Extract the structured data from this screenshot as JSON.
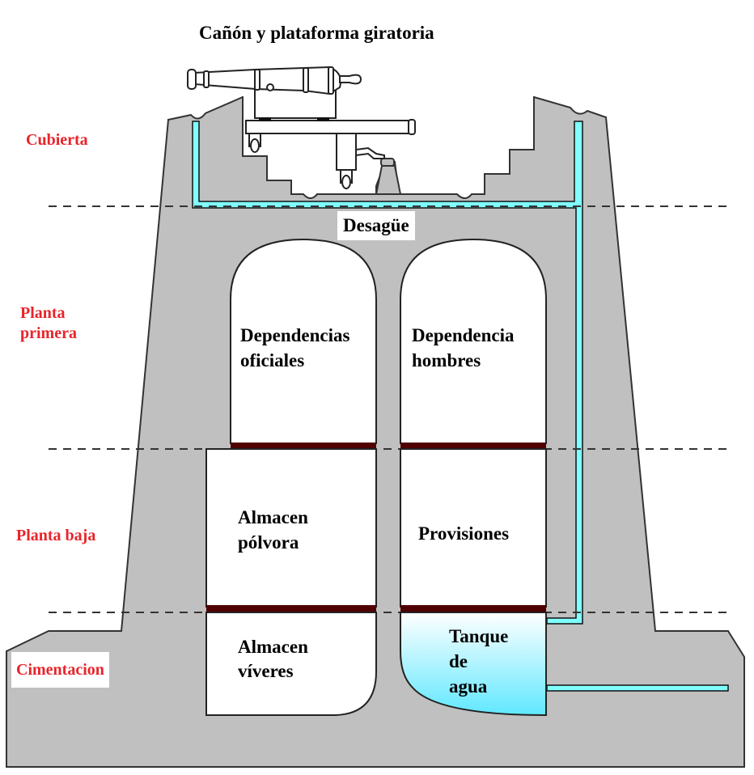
{
  "title": "Cañón y plataforma giratoria",
  "levels": [
    {
      "id": "cubierta",
      "label": "Cubierta"
    },
    {
      "id": "planta-primera",
      "label": "Planta primera"
    },
    {
      "id": "planta-baja",
      "label": "Planta baja"
    },
    {
      "id": "cimentacion",
      "label": "Cimentacion"
    }
  ],
  "labels": {
    "cubierta": "Cubierta",
    "planta_primera_1": "Planta",
    "planta_primera_2": "primera",
    "planta_baja": "Planta baja",
    "cimentacion": "Cimentacion",
    "desague": "Desagüe",
    "dep_oficiales_1": "Dependencias",
    "dep_oficiales_2": "oficiales",
    "dep_hombres_1": "Dependencia",
    "dep_hombres_2": "hombres",
    "almacen_polvora_1": "Almacen",
    "almacen_polvora_2": "pólvora",
    "provisiones": "Provisiones",
    "almacen_viveres_1": "Almacen",
    "almacen_viveres_2": "víveres",
    "tanque_1": "Tanque",
    "tanque_2": "de",
    "tanque_3": "agua"
  },
  "colors": {
    "wall": "#c0c0c0",
    "water": "#80ffff",
    "floor": "#500000",
    "level_text": "#e8242b"
  }
}
